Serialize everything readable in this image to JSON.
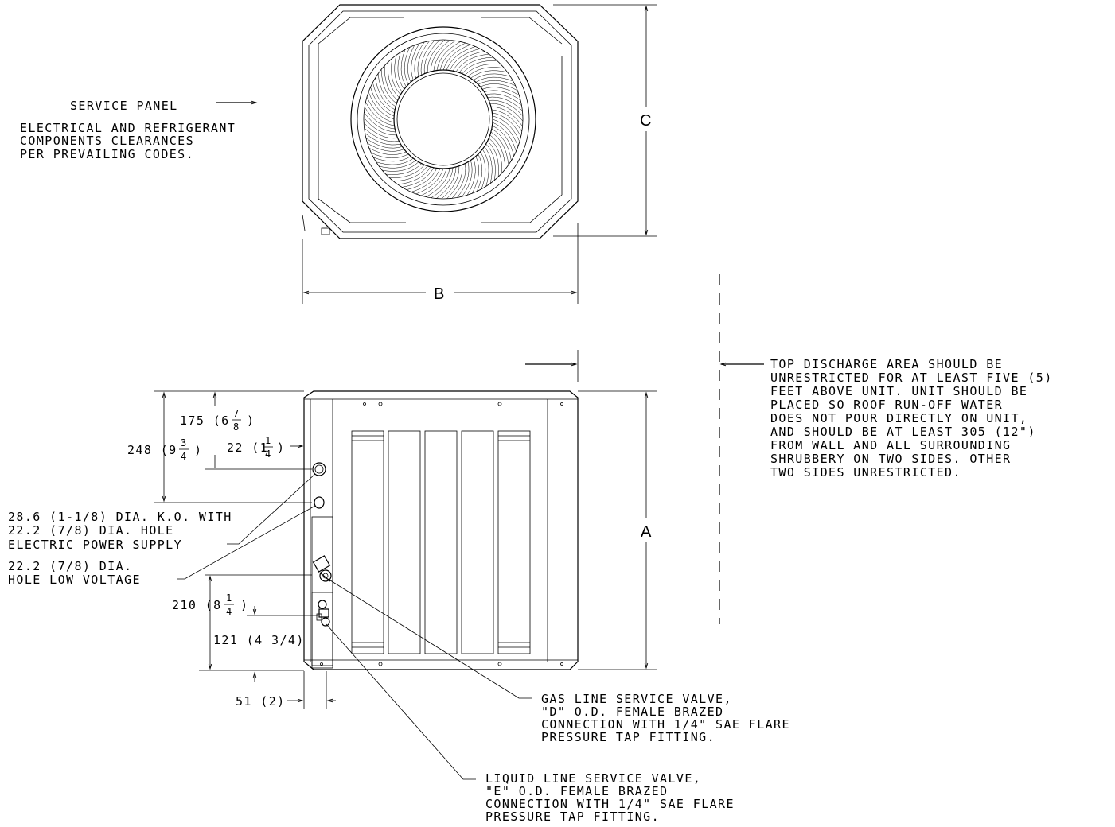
{
  "top_view": {
    "service_panel": "SERVICE PANEL",
    "clearance_note": [
      "ELECTRICAL AND REFRIGERANT",
      "COMPONENTS CLEARANCES",
      "PER PREVAILING CODES."
    ],
    "dim_b": "B",
    "dim_c": "C"
  },
  "side_view": {
    "dim_a": "A",
    "dim_248": {
      "whole": "248 (9",
      "num": "3",
      "den": "4",
      "close": ")"
    },
    "dim_175": {
      "whole": "175 (6",
      "num": "7",
      "den": "8",
      "close": ")"
    },
    "dim_22": {
      "whole": "22 (1",
      "num": "1",
      "den": "4",
      "close": ")"
    },
    "dim_210": {
      "whole": "210 (8",
      "num": "1",
      "den": "4",
      "close": ")"
    },
    "dim_121": "121 (4 3/4)",
    "dim_51": "51 (2)",
    "power_note": [
      "28.6 (1-1/8) DIA. K.O. WITH",
      "22.2 (7/8) DIA. HOLE",
      "ELECTRIC POWER SUPPLY"
    ],
    "low_voltage_note": [
      "22.2 (7/8) DIA.",
      "HOLE LOW VOLTAGE"
    ]
  },
  "discharge_note": [
    "TOP DISCHARGE AREA SHOULD BE",
    "UNRESTRICTED FOR AT LEAST FIVE (5)",
    "FEET ABOVE UNIT. UNIT SHOULD BE",
    "PLACED SO ROOF RUN-OFF WATER",
    "DOES NOT POUR DIRECTLY ON UNIT,",
    "AND SHOULD BE AT LEAST 305 (12\")",
    "FROM WALL AND ALL SURROUNDING",
    "SHRUBBERY ON TWO SIDES. OTHER",
    "TWO SIDES UNRESTRICTED."
  ],
  "gas_valve_note": [
    "GAS LINE SERVICE VALVE,",
    "\"D\" O.D. FEMALE BRAZED",
    "CONNECTION WITH 1/4\" SAE FLARE",
    "PRESSURE TAP FITTING."
  ],
  "liquid_valve_note": [
    "LIQUID LINE SERVICE VALVE,",
    "\"E\" O.D. FEMALE BRAZED",
    "CONNECTION WITH 1/4\" SAE FLARE",
    "PRESSURE TAP FITTING."
  ]
}
